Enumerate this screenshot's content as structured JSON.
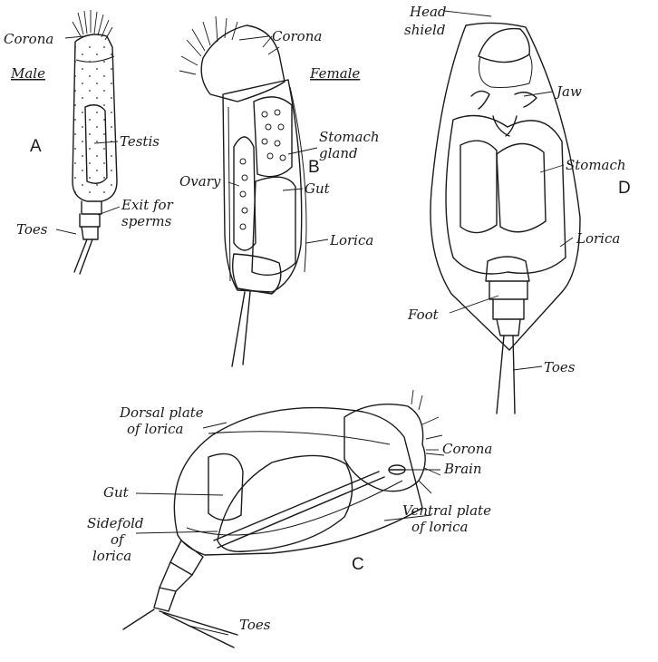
{
  "panels": {
    "A": {
      "letter": "A",
      "sex": "Male",
      "labels": {
        "corona": "Corona",
        "testis": "Testis",
        "exit_line1": "Exit for",
        "exit_line2": "sperms",
        "toes": "Toes"
      }
    },
    "B": {
      "letter": "B",
      "sex": "Female",
      "labels": {
        "corona": "Corona",
        "stomach_line1": "Stomach",
        "stomach_line2": "gland",
        "ovary": "Ovary",
        "gut": "Gut",
        "lorica": "Lorica"
      }
    },
    "C": {
      "letter": "C",
      "labels": {
        "dorsal_line1": "Dorsal plate",
        "dorsal_line2": "of lorica",
        "corona": "Corona",
        "brain": "Brain",
        "gut": "Gut",
        "ventral_line1": "Ventral plate",
        "ventral_line2": "of lorica",
        "sidefold_line1": "Sidefold",
        "sidefold_line2": "of",
        "sidefold_line3": "lorica",
        "toes": "Toes"
      }
    },
    "D": {
      "letter": "D",
      "labels": {
        "head_line1": "Head",
        "head_line2": "shield",
        "jaw": "Jaw",
        "stomach": "Stomach",
        "lorica": "Lorica",
        "foot": "Foot",
        "toes": "Toes"
      }
    }
  }
}
